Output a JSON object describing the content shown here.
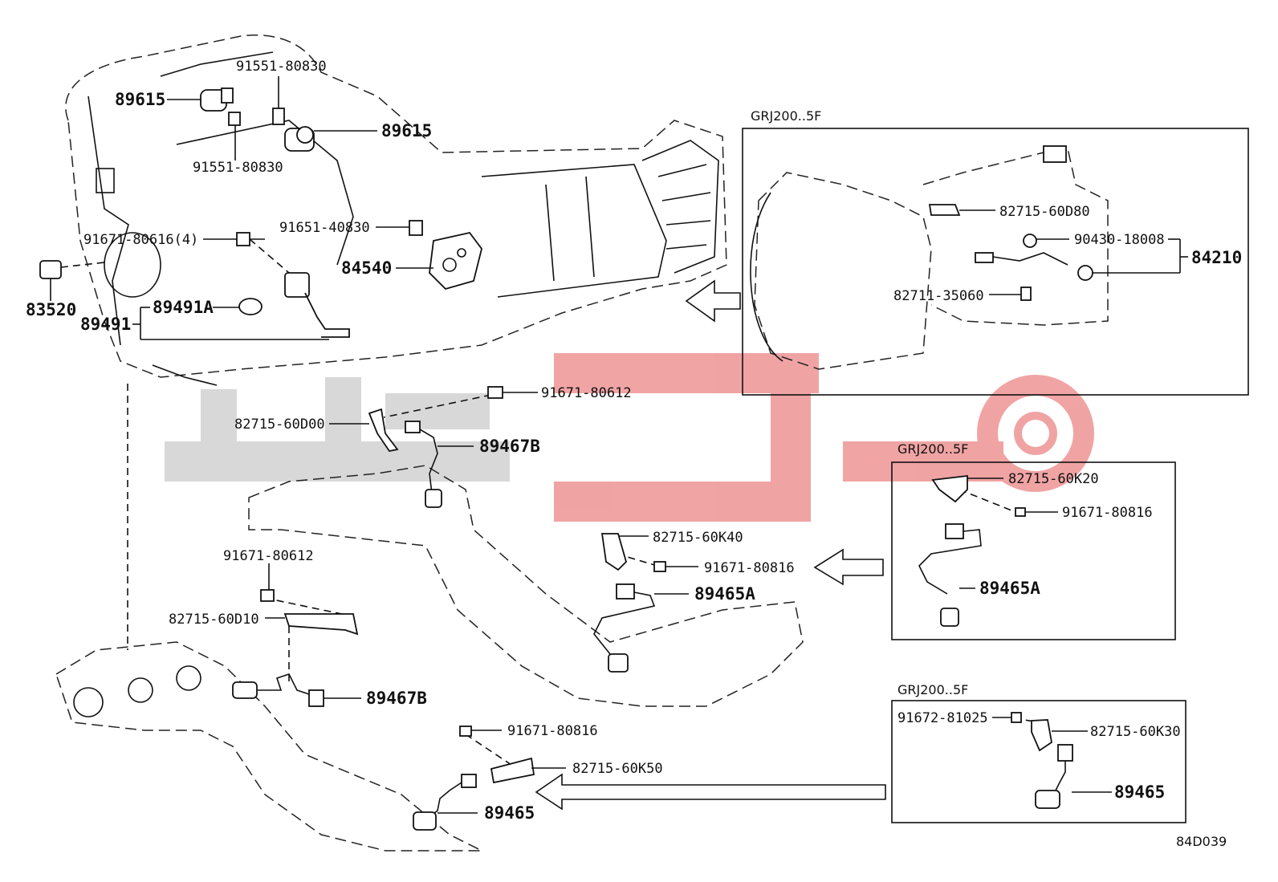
{
  "diagram_code": "84D039",
  "watermark": {
    "color_gray": "#d4d4d4",
    "color_red": "#ef9a9a"
  },
  "insets": {
    "top_right": {
      "title": "GRJ200..5F"
    },
    "mid_right": {
      "title": "GRJ200..5F"
    },
    "bottom_right": {
      "title": "GRJ200..5F"
    }
  },
  "labels": {
    "l_89615_a": "89615",
    "l_91551_a": "91551-80830",
    "l_89615_b": "89615",
    "l_91551_b": "91551-80830",
    "l_91651": "91651-40830",
    "l_91671_80616": "91671-80616(4)",
    "l_84540": "84540",
    "l_83520": "83520",
    "l_89491A": "89491A",
    "l_89491": "89491",
    "l_82715_60D80": "82715-60D80",
    "l_90430": "90430-18008",
    "l_84210": "84210",
    "l_82711": "82711-35060",
    "l_91671_80612_a": "91671-80612",
    "l_82715_60D00": "82715-60D00",
    "l_89467B_a": "89467B",
    "l_82715_60K20": "82715-60K20",
    "l_91671_80816_a": "91671-80816",
    "l_89465A_a": "89465A",
    "l_82715_60K40": "82715-60K40",
    "l_91671_80816_b": "91671-80816",
    "l_89465A_b": "89465A",
    "l_91671_80612_b": "91671-80612",
    "l_82715_60D10": "82715-60D10",
    "l_89467B_b": "89467B",
    "l_91671_80816_c": "91671-80816",
    "l_82715_60K50": "82715-60K50",
    "l_89465_a": "89465",
    "l_91672": "91672-81025",
    "l_82715_60K30": "82715-60K30",
    "l_89465_b": "89465"
  }
}
